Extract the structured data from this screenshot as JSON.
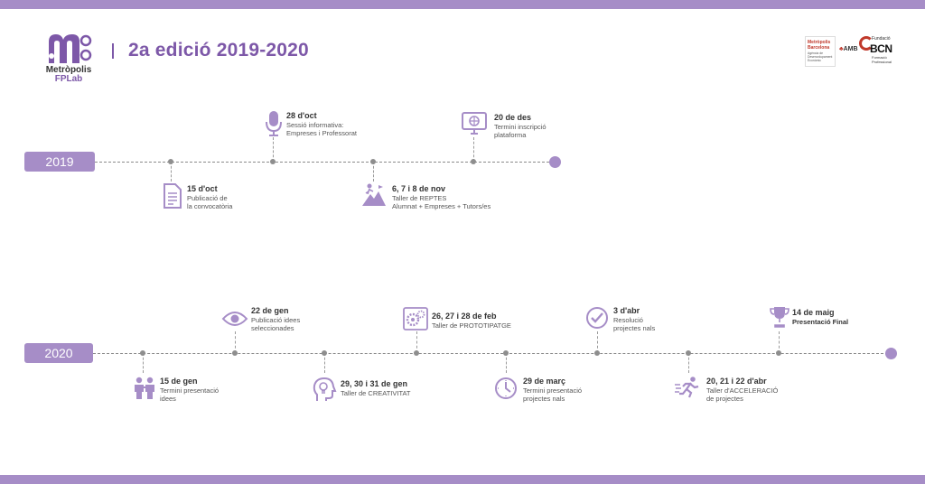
{
  "header": {
    "logo_line1": "Metròpolis",
    "logo_line2": "FPLab",
    "edition": "2a edició 2019-2020"
  },
  "partners": {
    "p1_title_1": "Metròpolis",
    "p1_title_2": "Barcelona",
    "p1_sub": "Agència de Desenvolupament Econòmic",
    "p2": "AMB",
    "p3_top": "Fundació",
    "p3_main": "BCN",
    "p3_sub_1": "Formació",
    "p3_sub_2": "Professional"
  },
  "colors": {
    "accent": "#a68dc7",
    "accent_dark": "#7d58a8",
    "node": "#8e8e8e"
  },
  "timeline_2019": {
    "year": "2019",
    "events": [
      {
        "date": "15 d'oct",
        "line1": "Publicació de",
        "line2": "la convocatòria",
        "icon": "document-icon"
      },
      {
        "date": "28 d'oct",
        "line1": "Sessió informativa:",
        "line2": "Empreses i Professorat",
        "icon": "microphone-icon"
      },
      {
        "date": "6, 7 i 8 de nov",
        "line1": "Taller de REPTES",
        "line2": "Alumnat + Empreses + Tutors/es",
        "icon": "mountain-climber-icon"
      },
      {
        "date": "20 de des",
        "line1": "Termini inscripció",
        "line2": "plataforma",
        "icon": "monitor-icon"
      }
    ]
  },
  "timeline_2020": {
    "year": "2020",
    "events": [
      {
        "date": "15 de gen",
        "line1": "Termini presentació",
        "line2": "idees",
        "icon": "people-icon"
      },
      {
        "date": "22 de gen",
        "line1": "Publicació idees",
        "line2": "seleccionades",
        "icon": "eye-icon"
      },
      {
        "date": "29, 30 i 31 de gen",
        "line1": "Taller de CREATIVITAT",
        "line2": "",
        "icon": "head-lightbulb-icon"
      },
      {
        "date": "26, 27 i 28 de feb",
        "line1": "Taller de PROTOTIPATGE",
        "line2": "",
        "icon": "gears-icon"
      },
      {
        "date": "29 de març",
        "line1": "Termini presentació",
        "line2": "projectes nals",
        "icon": "clock-icon"
      },
      {
        "date": "3 d'abr",
        "line1": "Resolució",
        "line2": "projectes nals",
        "icon": "checkmark-icon"
      },
      {
        "date": "20, 21 i 22 d'abr",
        "line1": "Taller d'ACCELERACIÓ",
        "line2": "de projectes",
        "icon": "runner-icon"
      },
      {
        "date": "14 de maig",
        "line1": "Presentació Final",
        "line2": "",
        "icon": "trophy-icon"
      }
    ]
  }
}
